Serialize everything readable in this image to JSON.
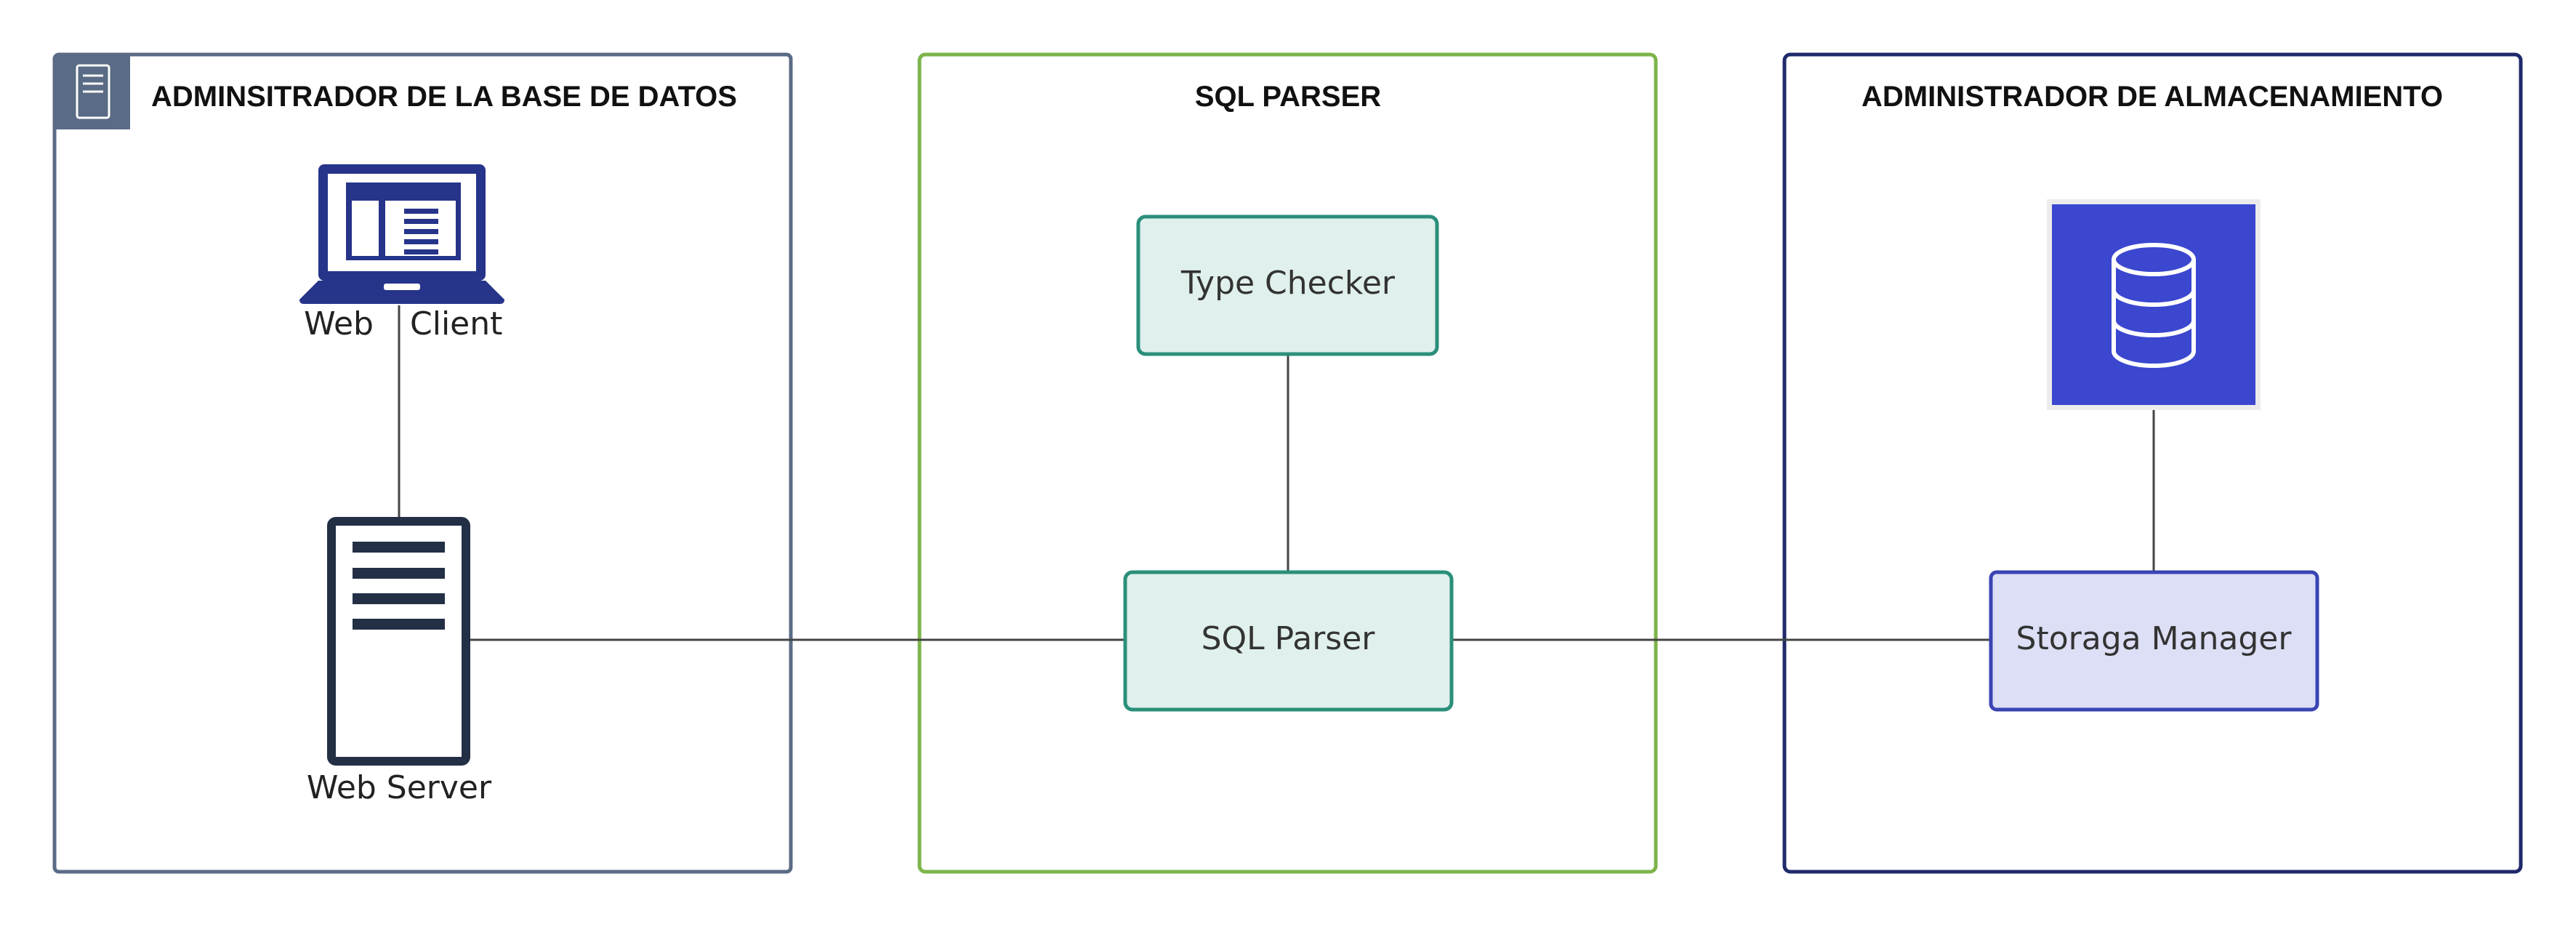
{
  "groups": {
    "admin_db": {
      "title": "ADMINSITRADOR DE LA BASE DE DATOS",
      "border_color": "#5a6b85",
      "icon": "server-icon"
    },
    "sql_parser": {
      "title": "SQL PARSER",
      "border_color": "#7db44a"
    },
    "storage_admin": {
      "title": "ADMINISTRADOR DE ALMACENAMIENTO",
      "border_color": "#1f2a6b"
    }
  },
  "nodes": {
    "web_client": {
      "label_left": "Web",
      "label_right": "Client",
      "icon": "laptop-icon",
      "color": "#26348a"
    },
    "web_server": {
      "label": "Web Server",
      "icon": "server-tower-icon",
      "color": "#232f45"
    },
    "type_checker": {
      "label": "Type Checker",
      "fill": "#e0f0ec",
      "border": "#2a8f7a"
    },
    "sql_parser": {
      "label": "SQL Parser",
      "fill": "#e0f0ec",
      "border": "#2a8f7a"
    },
    "database": {
      "icon": "database-icon",
      "fill": "#3b47cf"
    },
    "storage_manager": {
      "label": "Storaga Manager",
      "fill": "#dcdff5",
      "border": "#3a44b3"
    }
  },
  "edges": [
    {
      "from": "web_client",
      "to": "web_server"
    },
    {
      "from": "web_server",
      "to": "sql_parser"
    },
    {
      "from": "type_checker",
      "to": "sql_parser"
    },
    {
      "from": "sql_parser",
      "to": "storage_manager"
    },
    {
      "from": "database",
      "to": "storage_manager"
    }
  ]
}
